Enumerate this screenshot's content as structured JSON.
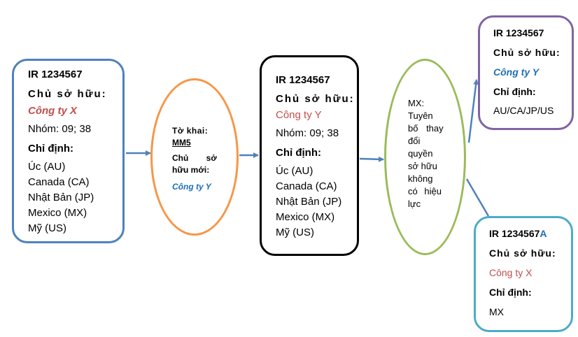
{
  "record1": {
    "ir": "IR 1234567",
    "owner_label": "Chủ sở hữu:",
    "owner": "Công ty X",
    "classes": "Nhóm: 09; 38",
    "designations_label": "Chỉ định:",
    "designations": [
      "Úc (AU)",
      "Canada (CA)",
      "Nhật Bản (JP)",
      "Mexico (MX)",
      "Mỹ (US)"
    ]
  },
  "form_change": {
    "form_line1": "Tờ khai:",
    "form_line2": "MM5",
    "new_owner_line1": "Chủ sở",
    "new_owner_line2": "hữu mới:",
    "new_owner": "Công ty Y"
  },
  "record2": {
    "ir": "IR 1234567",
    "owner_label": "Chủ sở hữu:",
    "owner": "Công ty Y",
    "classes": "Nhóm: 09; 38",
    "designations_label": "Chỉ định:",
    "designations": [
      "Úc (AU)",
      "Canada (CA)",
      "Nhật Bản (JP)",
      "Mexico (MX)",
      "Mỹ (US)"
    ]
  },
  "mx_declaration": {
    "lines": [
      "MX:",
      "Tuyên",
      "bố thay",
      "đổi",
      "quyền",
      "sở hữu",
      "không",
      "có hiệu",
      "lực"
    ]
  },
  "record3": {
    "ir": "IR 1234567",
    "owner_label": "Chủ sở hữu:",
    "owner": "Công ty Y",
    "designations_label": "Chỉ định:",
    "designations": "AU/CA/JP/US"
  },
  "record4": {
    "ir": "IR 1234567",
    "ir_suffix": "A",
    "owner_label": "Chủ sở hữu:",
    "owner": "Công ty X",
    "designations_label": "Chỉ định:",
    "designations": "MX"
  },
  "colors": {
    "record1_border": "#4f81bd",
    "form_border": "#f79646",
    "record2_border": "#000000",
    "mx_border": "#9bbb59",
    "record3_border": "#8064a2",
    "record4_border": "#4bacc6",
    "arrow": "#4f81bd"
  }
}
